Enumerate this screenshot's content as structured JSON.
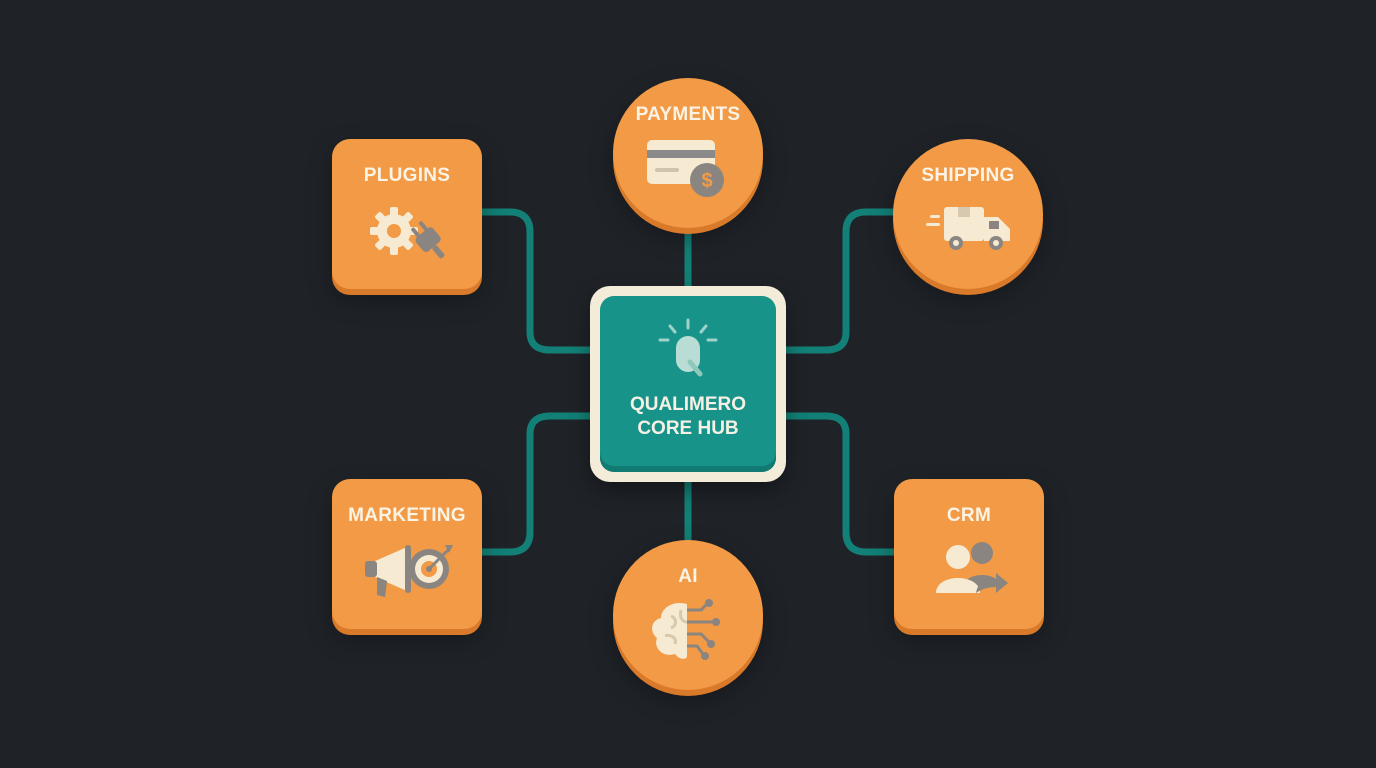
{
  "hub": {
    "line1": "QUALIMERO",
    "line2": "CORE HUB",
    "icon": "lightbulb-q-icon"
  },
  "nodes": {
    "payments": {
      "label": "PAYMENTS",
      "icon": "credit-card-dollar-icon"
    },
    "plugins": {
      "label": "PLUGINS",
      "icon": "gear-plug-icon"
    },
    "shipping": {
      "label": "SHIPPING",
      "icon": "delivery-truck-icon"
    },
    "marketing": {
      "label": "MARKETING",
      "icon": "megaphone-target-icon"
    },
    "ai": {
      "label": "AI",
      "icon": "brain-circuit-icon"
    },
    "crm": {
      "label": "CRM",
      "icon": "users-arrow-icon"
    }
  },
  "colors": {
    "background": "#1f2328",
    "node": "#f29a45",
    "hub": "#17938a",
    "hub_border": "#f3ecd9",
    "connector": "#128077",
    "label": "#fbf3e4"
  }
}
